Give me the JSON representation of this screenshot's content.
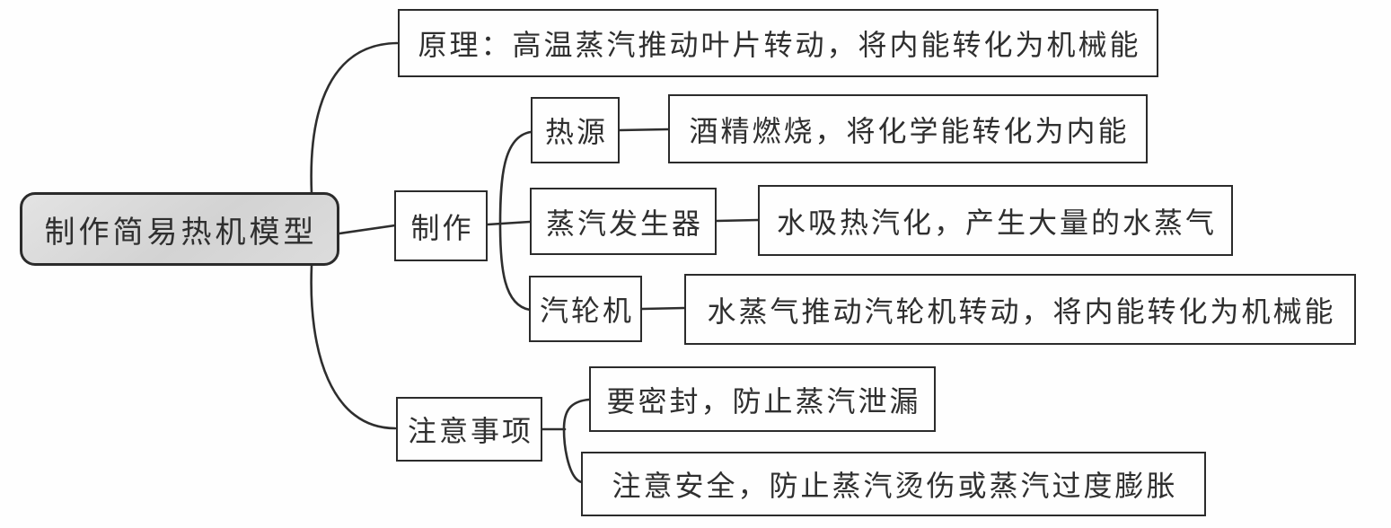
{
  "diagram": {
    "title_node": "制作简易热机模型",
    "principle": "原理：高温蒸汽推动叶片转动，将内能转化为机械能",
    "making": {
      "label": "制作",
      "heat_source": "热源",
      "heat_source_desc": "酒精燃烧，将化学能转化为内能",
      "steam_generator": "蒸汽发生器",
      "steam_generator_desc": "水吸热汽化，产生大量的水蒸气",
      "turbine": "汽轮机",
      "turbine_desc": "水蒸气推动汽轮机转动，将内能转化为机械能"
    },
    "precautions": {
      "label": "注意事项",
      "seal": "要密封，防止蒸汽泄漏",
      "safety": "注意安全，防止蒸汽烫伤或蒸汽过度膨胀"
    },
    "colors": {
      "ink": "#2b2b2b",
      "root_fill": "#d8d8d8",
      "background": "#fefefe",
      "text": "#2f2f2f"
    }
  }
}
